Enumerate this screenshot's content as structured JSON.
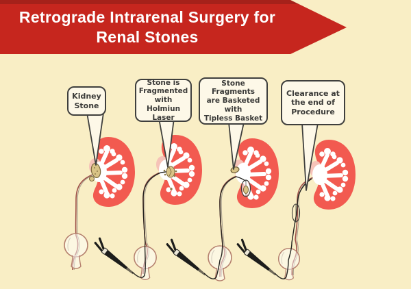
{
  "title": {
    "line1": "Retrograde Intrarenal Surgery for",
    "line2": "Renal Stones"
  },
  "panels": [
    {
      "id": "kidney-stone",
      "label": "Kidney\nStone"
    },
    {
      "id": "fragmentation",
      "label": "Stone is\nFragmented\nwith\nHolmiun Laser"
    },
    {
      "id": "basketing",
      "label": "Stone Fragments\nare Basketed\nwith\nTipless Basket"
    },
    {
      "id": "clearance",
      "label": "Clearance at\nthe end of\nProcedure"
    }
  ],
  "colors": {
    "background": "#F9EEC5",
    "banner_red": "#C6261E",
    "banner_red_dark": "#A5211A",
    "banner_text": "#FFFFFF",
    "kidney_coral": "#F25A50",
    "calyx_white": "#FFFFFF",
    "pelvis_pink": "#F6C3B8",
    "stone_tan": "#D9C386",
    "stone_outline": "#7A683C",
    "bladder_outline": "#B5806E",
    "ureter_maroon": "#9D4F48",
    "ureter_gray": "#A39A8B",
    "scope_black": "#1D1D1B",
    "scope_tip_gray": "#6E6858",
    "bubble_fill": "#FDF8E8",
    "bubble_border": "#3F3F3D",
    "bubble_text": "#3A3A38"
  }
}
